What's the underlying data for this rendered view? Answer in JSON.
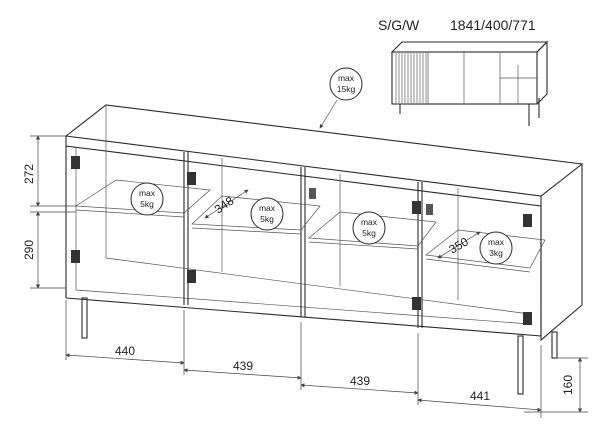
{
  "header": {
    "code_label": "S/G/W",
    "dimensions_code": "1841/400/771"
  },
  "dimensions": {
    "heights": [
      "272",
      "290"
    ],
    "leg_height": "160",
    "widths": [
      "440",
      "439",
      "439",
      "441"
    ],
    "shelf_depths": [
      "348",
      "350"
    ]
  },
  "load_badges": [
    {
      "label": "max",
      "value": "15kg"
    },
    {
      "label": "max",
      "value": "5kg"
    },
    {
      "label": "max",
      "value": "5kg"
    },
    {
      "label": "max",
      "value": "5kg"
    },
    {
      "label": "max",
      "value": "3kg"
    }
  ],
  "colors": {
    "line": "#2a2a2a",
    "shelf_fill": "#f2f2f2",
    "hinge": "#333333"
  }
}
